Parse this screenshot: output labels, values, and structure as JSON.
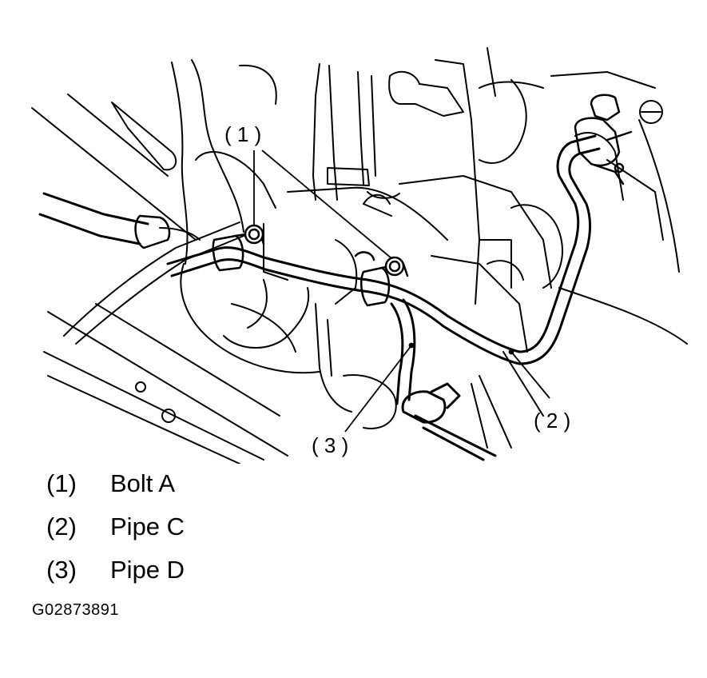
{
  "callouts": {
    "bolt": "( 1 )",
    "pipe_c": "( 2 )",
    "pipe_d": "( 3 )"
  },
  "legend": [
    {
      "num": "(1)",
      "label": "Bolt A"
    },
    {
      "num": "(2)",
      "label": "Pipe C"
    },
    {
      "num": "(3)",
      "label": "Pipe D"
    }
  ],
  "figure_id": "G02873891"
}
